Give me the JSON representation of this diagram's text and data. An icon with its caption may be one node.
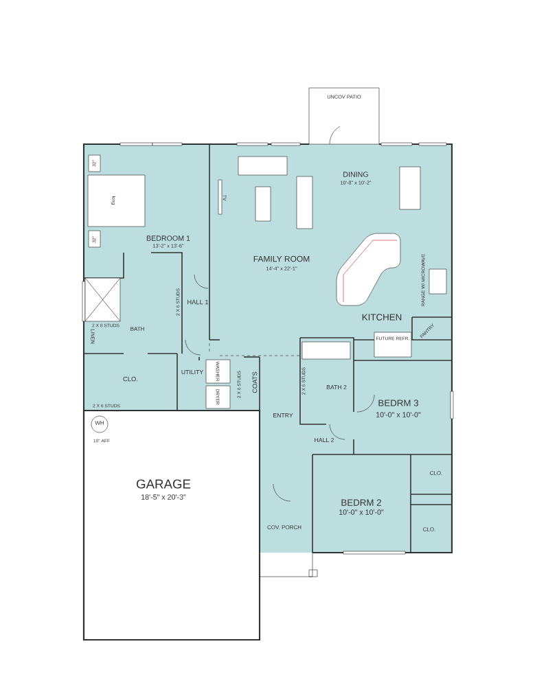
{
  "diagram": {
    "labels": [
      "UNCOV PATIO",
      "32\"",
      "king",
      "TV",
      "DINING",
      "10'-8\" x 10'-2\"",
      "32\"",
      "BEDROOM 1",
      "13'-2\" x 13'-6\"",
      "FAMILY ROOM",
      "14'-4\" x 22'-1\"",
      "RANGE W/ MICROWAVE",
      "HALL 1",
      "2 X 6 STUDS",
      "2 X 8 STUDS",
      "BATH",
      "KITCHEN",
      "PANTRY",
      "FUTURE REFR.",
      "LINEN",
      "CLO.",
      "UTILITY",
      "WASHER",
      "DRYER",
      "2 X 6 STUDS",
      "COATS",
      "2 X 6 STUDS",
      "BATH 2",
      "BEDRM 3",
      "10'-0\" x 10'-0\"",
      "2 X 6 STUDS",
      "WH",
      "18\" AFF",
      "ENTRY",
      "HALL 2",
      "CLO.",
      "GARAGE",
      "18'-5\" x 20'-3\"",
      "BEDRM 2",
      "10'-0\" x 10'-0\"",
      "CLO.",
      "COV. PORCH"
    ]
  }
}
